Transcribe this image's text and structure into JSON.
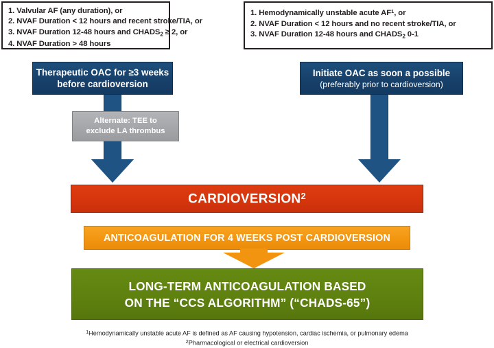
{
  "criteria_left": {
    "name": "oac-before-cardioversion-criteria",
    "lines": [
      "1. Valvular AF (any duration), or",
      "2. NVAF Duration < 12 hours and recent stroke/TIA, or",
      "3. NVAF Duration 12-48 hours and CHADS|2| ≥ 2, or",
      "4. NVAF Duration > 48 hours"
    ]
  },
  "criteria_right": {
    "name": "immediate-oac-criteria",
    "lines": [
      "1. Hemodynamically unstable acute AF^1^, or",
      "2. NVAF Duration < 12 hours and no recent stroke/TIA, or",
      "3. NVAF Duration 12-48 hours and CHADS|2| 0-1"
    ]
  },
  "pathway_left": {
    "line1": "Therapeutic OAC for ≥3 weeks",
    "line2": "before cardioversion"
  },
  "pathway_right": {
    "line1": "Initiate OAC as soon a possible",
    "line2": "(preferably prior to cardioversion)"
  },
  "alternate_box": {
    "line1": "Alternate: TEE to",
    "line2": "exclude LA thrombus"
  },
  "cardioversion": {
    "label": "CARDIOVERSION",
    "footnote_marker": "2"
  },
  "anticoagulation_band": {
    "label": "ANTICOAGULATION FOR 4 WEEKS POST CARDIOVERSION"
  },
  "longterm_box": {
    "line1": "LONG-TERM ANTICOAGULATION BASED",
    "line2": "ON THE “CCS ALGORITHM” (“CHADS-65”)"
  },
  "footnotes": {
    "one_marker": "1",
    "one": "Hemodynamically unstable acute AF is defined as AF causing hypotension, cardiac ischemia, or pulmonary edema",
    "two_marker": "2",
    "two": "Pharmacological or electrical cardioversion"
  },
  "colors": {
    "navy": "#1b4a75",
    "gray": "#a7a9ac",
    "red": "#d9380f",
    "orange": "#f59a18",
    "green": "#5f8211",
    "outline": "#231f20"
  }
}
